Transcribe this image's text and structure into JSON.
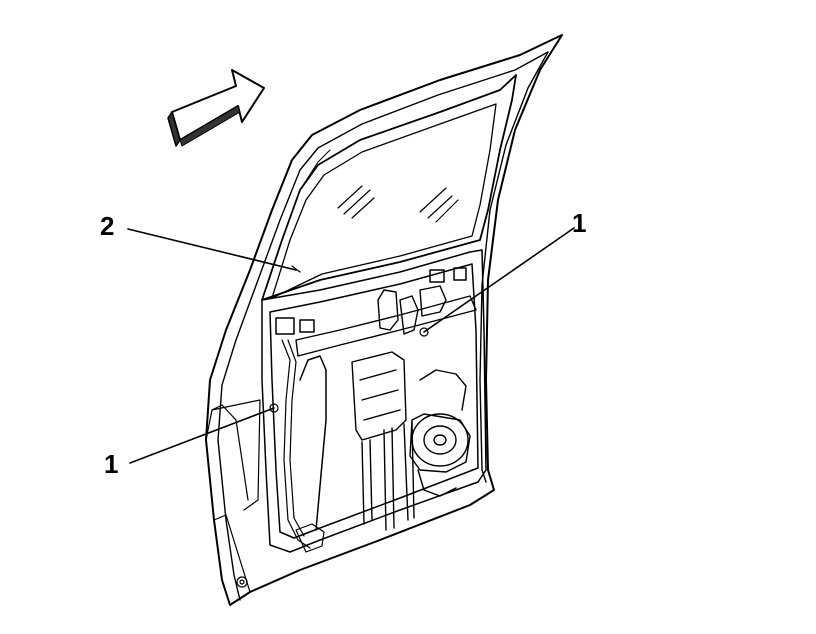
{
  "callouts": [
    {
      "id": "glass",
      "label": "2"
    },
    {
      "id": "bolt-right",
      "label": "1"
    },
    {
      "id": "bolt-left",
      "label": "1"
    }
  ],
  "icons": {
    "direction": "forward-arrow-icon"
  },
  "colors": {
    "line": "#000000",
    "background": "#ffffff",
    "arrow_shadow": "#333333"
  }
}
